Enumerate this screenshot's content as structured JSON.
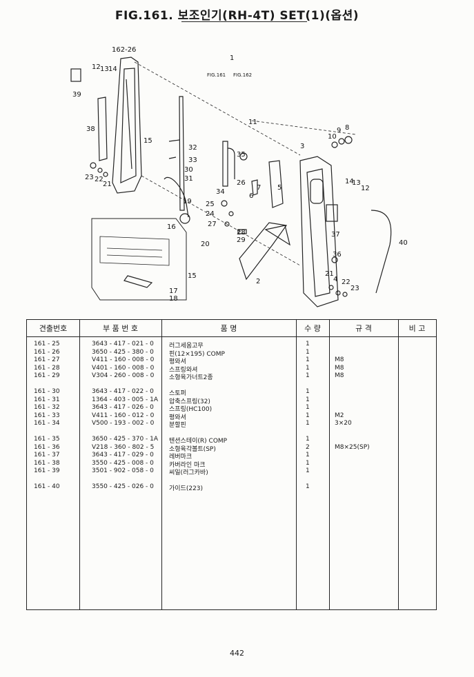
{
  "figure_title": "FIG.161. 보조인기(RH-4T) SET(1)(옵션)",
  "diagram": {
    "callouts": [
      "162-26",
      "12",
      "13",
      "14",
      "39",
      "38",
      "23",
      "22",
      "21",
      "1",
      "FIG.161",
      "FIG.162",
      "11",
      "10",
      "9",
      "8",
      "3",
      "15",
      "32",
      "33",
      "30",
      "31",
      "35",
      "34",
      "26",
      "6",
      "7",
      "5",
      "19",
      "25",
      "24",
      "27",
      "28",
      "29",
      "16",
      "20",
      "2",
      "14",
      "13",
      "12",
      "37",
      "40",
      "36",
      "21",
      "4",
      "22",
      "23",
      "15",
      "17",
      "18"
    ]
  },
  "table": {
    "headers": {
      "ref": "견출번호",
      "part_no": "부 품 번 호",
      "description": "품 명",
      "qty": "수 량",
      "spec": "규 격",
      "remarks": "비 고"
    },
    "rows": [
      {
        "ref": "161 - 25",
        "part_no": "3643 - 417 - 021 - 0",
        "description": "러그세움고무",
        "qty": "1",
        "spec": ""
      },
      {
        "ref": "161 - 26",
        "part_no": "3650 - 425 - 380 - 0",
        "description": "핀(12×195) COMP",
        "qty": "1",
        "spec": ""
      },
      {
        "ref": "161 - 27",
        "part_no": "V411 - 160 - 008 - 0",
        "description": "평와셔",
        "qty": "1",
        "spec": "M8"
      },
      {
        "ref": "161 - 28",
        "part_no": "V401 - 160 - 008 - 0",
        "description": "스프링와셔",
        "qty": "1",
        "spec": "M8"
      },
      {
        "ref": "161 - 29",
        "part_no": "V304 - 260 - 008 - 0",
        "description": "소형육가너트2종",
        "qty": "1",
        "spec": "M8"
      },
      {
        "ref": "161 - 30",
        "part_no": "3643 - 417 - 022 - 0",
        "description": "스토퍼",
        "qty": "1",
        "spec": ""
      },
      {
        "ref": "161 - 31",
        "part_no": "1364 - 403 - 005 - 1A",
        "description": "압축스프링(32)",
        "qty": "1",
        "spec": ""
      },
      {
        "ref": "161 - 32",
        "part_no": "3643 - 417 - 026 - 0",
        "description": "스프링(HC100)",
        "qty": "1",
        "spec": ""
      },
      {
        "ref": "161 - 33",
        "part_no": "V411 - 160 - 012 - 0",
        "description": "평와셔",
        "qty": "1",
        "spec": "M2"
      },
      {
        "ref": "161 - 34",
        "part_no": "V500 - 193 - 002 - 0",
        "description": "분할핀",
        "qty": "1",
        "spec": "3×20"
      },
      {
        "ref": "161 - 35",
        "part_no": "3650 - 425 - 370 - 1A",
        "description": "텐션스테이(R) COMP",
        "qty": "1",
        "spec": ""
      },
      {
        "ref": "161 - 36",
        "part_no": "V218 - 360 - 802 - 5",
        "description": "소형육각볼트(SP)",
        "qty": "2",
        "spec": "M8×25(SP)"
      },
      {
        "ref": "161 - 37",
        "part_no": "3643 - 417 - 029 - 0",
        "description": "레버마크",
        "qty": "1",
        "spec": ""
      },
      {
        "ref": "161 - 38",
        "part_no": "3550 - 425 - 008 - 0",
        "description": "카버라인 마크",
        "qty": "1",
        "spec": ""
      },
      {
        "ref": "161 - 39",
        "part_no": "3501 - 902 - 058 - 0",
        "description": "씨일(러그카바)",
        "qty": "1",
        "spec": ""
      },
      {
        "ref": "161 - 40",
        "part_no": "3550 - 425 - 026 - 0",
        "description": "가이드(223)",
        "qty": "1",
        "spec": ""
      }
    ]
  },
  "page_number": "442"
}
